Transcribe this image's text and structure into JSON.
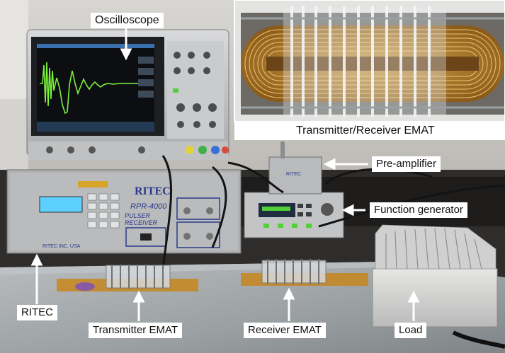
{
  "labels": {
    "oscilloscope": "Oscilloscope",
    "transmitter_receiver_emat": "Transmitter/Receiver EMAT",
    "pre_amplifier": "Pre-amplifier",
    "function_generator": "Function generator",
    "ritec": "RITEC",
    "transmitter_emat": "Transmitter EMAT",
    "receiver_emat": "Receiver EMAT",
    "load": "Load"
  },
  "instruments": {
    "pulser_model": "RPR-4000",
    "pulser_name": "PULSER RECEIVER",
    "ritec_logo": "RITEC",
    "ritec_footer": "RITEC INC. USA"
  },
  "colors": {
    "waveform": "#7cf23a",
    "kapton": "#c7861d",
    "coil": "#e0a33a",
    "label_bg": "#ffffff",
    "arrow": "#ffffff",
    "wall": "#cfcdc8",
    "bench": "#2b2a29",
    "plate": "#9ea3a6"
  }
}
